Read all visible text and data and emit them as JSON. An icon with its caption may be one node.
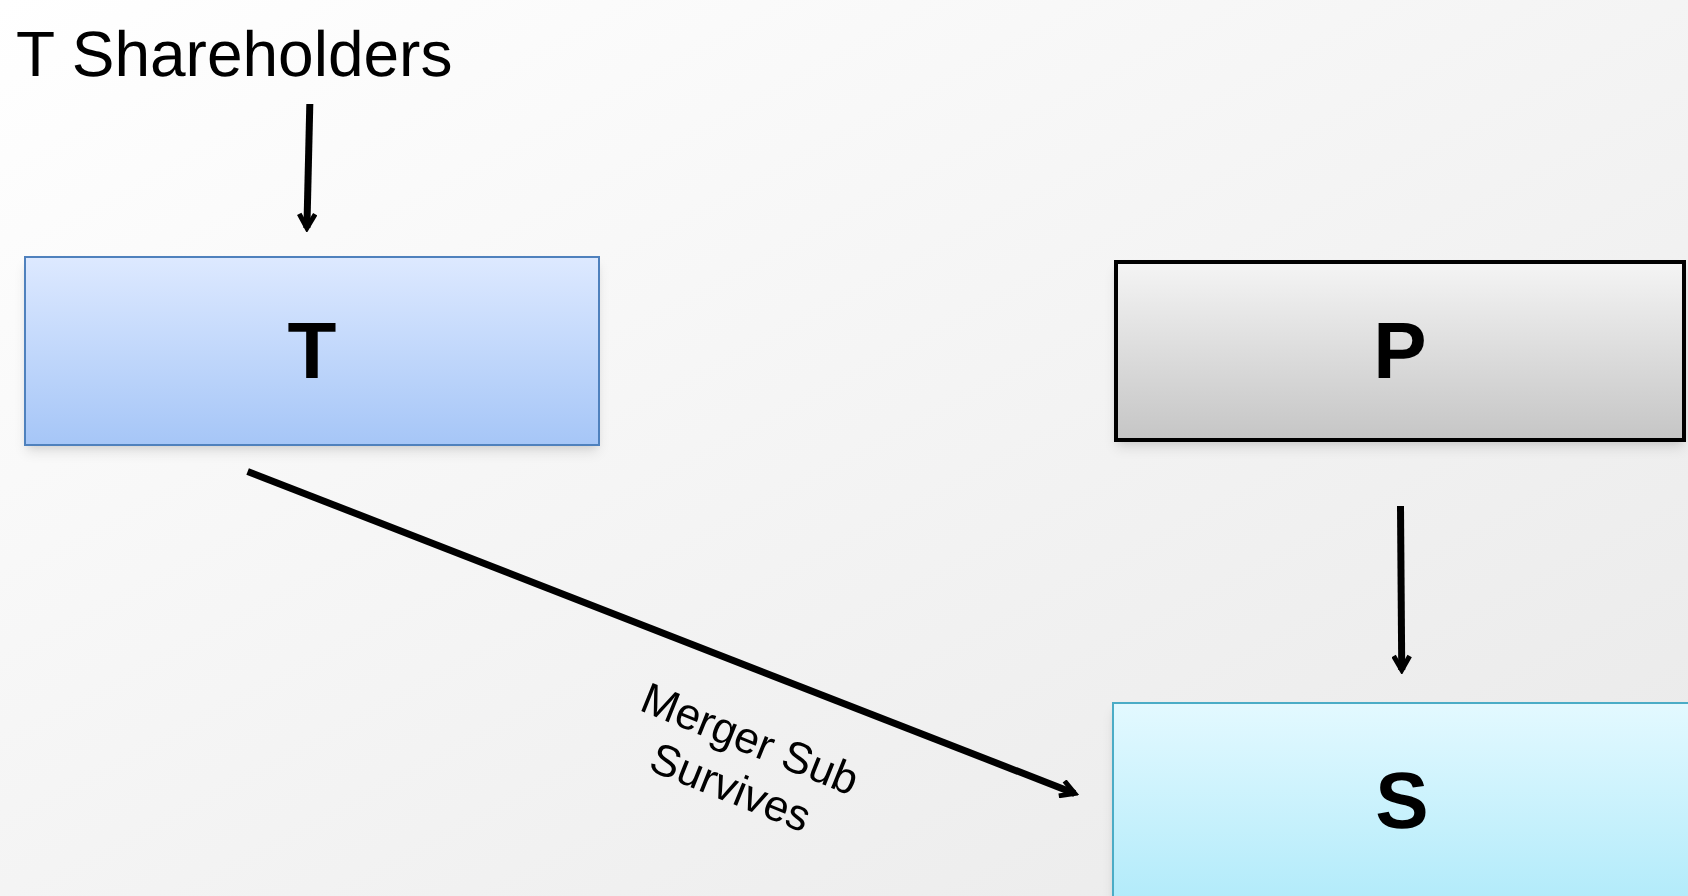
{
  "diagram": {
    "nodes": [
      {
        "text": [
          "T Shareholders"
        ]
      },
      {
        "text": [
          "T"
        ]
      },
      {
        "text": [
          "P"
        ]
      },
      {
        "text": [
          "S"
        ]
      }
    ],
    "edges": [
      {
        "from": 0,
        "to": 1,
        "arrow": "to"
      },
      {
        "from": 1,
        "to": 3,
        "arrow": "to",
        "label": "Merger Sub Survives"
      },
      {
        "from": 2,
        "to": 3,
        "arrow": "to"
      }
    ]
  }
}
